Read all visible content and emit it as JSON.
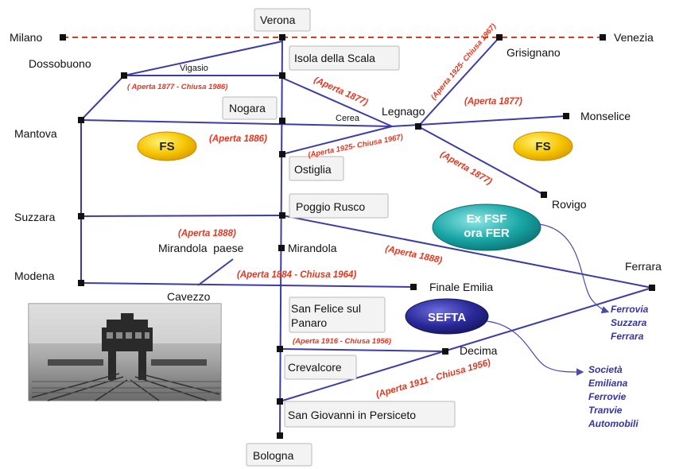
{
  "stations": {
    "verona": "Verona",
    "milano": "Milano",
    "venezia": "Venezia",
    "dossobuono": "Dossobuono",
    "vigasio": "Vigasio",
    "isola": "Isola della Scala",
    "grisignano": "Grisignano",
    "nogara": "Nogara",
    "cerea": "Cerea",
    "legnago": "Legnago",
    "monselice": "Monselice",
    "mantova": "Mantova",
    "ostiglia": "Ostiglia",
    "rovigo": "Rovigo",
    "poggio": "Poggio Rusco",
    "suzzara": "Suzzara",
    "mirandola_paese": "Mirandola  paese",
    "mirandola": "Mirandola",
    "ferrara": "Ferrara",
    "modena": "Modena",
    "cavezzo": "Cavezzo",
    "finale": "Finale Emilia",
    "san_felice_1": "San Felice sul",
    "san_felice_2": "Panaro",
    "decima": "Decima",
    "crevalcore": "Crevalcore",
    "san_giovanni": "San Giovanni in Persiceto",
    "bologna": "Bologna"
  },
  "notes": {
    "vigasio_line": "( Aperta 1877 - Chiusa 1986)",
    "verona_legnago": "(Aperta 1877)",
    "grisignano_legnago": "(Aperta 1925- Chiusa 1967)",
    "legnago_monselice": "(Aperta 1877)",
    "mantova_legnago": "(Aperta 1886)",
    "ostiglia_legnago": "(Aperta 1925- Chiusa 1967)",
    "legnago_rovigo": "(Aperta 1877)",
    "suzzara_1888": "(Aperta 1888)",
    "poggio_ferrara": "(Aperta 1888)",
    "modena_finale": "(Aperta 1884 - Chiusa 1964)",
    "san_felice_decima": "(Aperta 1916 - Chiusa 1956)",
    "decima_ferrara": "(Aperta 1911 - Chiusa 1956)"
  },
  "ovals": {
    "fs_left": "FS",
    "fs_right": "FS",
    "exfsf_1": "Ex FSF",
    "exfsf_2": "ora FER",
    "sefta": "SEFTA"
  },
  "callouts": {
    "fsf_lines": [
      "Ferrovia",
      "Suzzara",
      "Ferrara"
    ],
    "sefta_lines": [
      "Società",
      "Emiliana",
      "Ferrovie",
      "Tranvie",
      "Automobili"
    ]
  },
  "colors": {
    "track": "#3c3ca8",
    "closed_track": "#e8351f",
    "note_text": "#e8351f",
    "fs_oval": "#f5c400",
    "fsf_oval": "#1aa6a6",
    "sefta_oval": "#2a2a9a",
    "callout_text": "#3333aa"
  }
}
